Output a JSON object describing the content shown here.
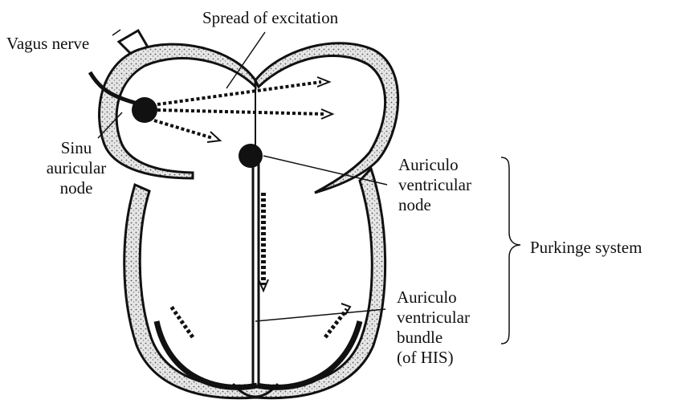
{
  "labels": {
    "spread": "Spread of excitation",
    "vagus": "Vagus nerve",
    "sinu": [
      "Sinu",
      "auricular",
      "node"
    ],
    "av_node": [
      "Auriculo",
      "ventricular",
      "node"
    ],
    "purkinje": "Purkinge system",
    "bundle": [
      "Auriculo",
      "ventricular",
      "bundle",
      "(of HIS)"
    ]
  },
  "colors": {
    "ink": "#111111",
    "wall_fill": "#d9d9d9",
    "background": "#ffffff"
  }
}
